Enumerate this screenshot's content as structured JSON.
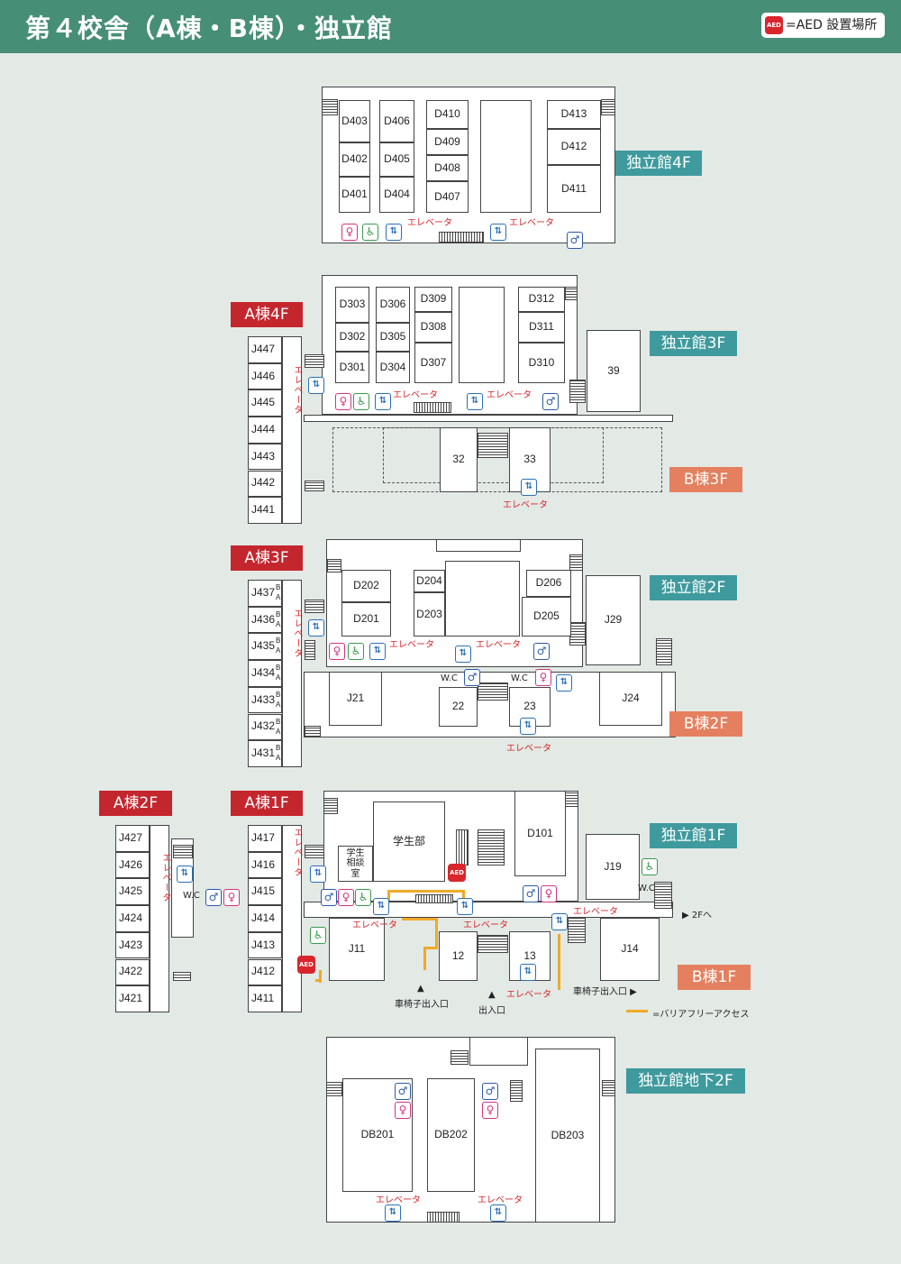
{
  "header": {
    "title": "第４校舎（A棟・B棟）・独立館",
    "aed_legend": "=AED 設置場所",
    "aed_mark": "AED"
  },
  "floor_labels": {
    "dok4": "独立館4F",
    "dok3": "独立館3F",
    "dok2": "独立館2F",
    "dok1": "独立館1F",
    "dokB2": "独立館地下2F",
    "a4": "A棟4F",
    "a3": "A棟3F",
    "a2": "A棟2F",
    "a1": "A棟1F",
    "b3": "B棟3F",
    "b2": "B棟2F",
    "b1": "B棟1F"
  },
  "rooms": {
    "dok4": [
      "D403",
      "D402",
      "D401",
      "D406",
      "D405",
      "D404",
      "D410",
      "D409",
      "D408",
      "D407",
      "D413",
      "D412",
      "D411"
    ],
    "dok3": [
      "D303",
      "D302",
      "D301",
      "D306",
      "D305",
      "D304",
      "D309",
      "D308",
      "D307",
      "D312",
      "D311",
      "D310",
      "39"
    ],
    "a4": [
      "J447",
      "J446",
      "J445",
      "J444",
      "J443",
      "J442",
      "J441"
    ],
    "b3": [
      "32",
      "33"
    ],
    "a3": [
      "J437",
      "J436",
      "J435",
      "J434",
      "J433",
      "J432",
      "J431"
    ],
    "dok2": [
      "D202",
      "D201",
      "D204",
      "D203",
      "D206",
      "D205",
      "J29"
    ],
    "b2": [
      "J21",
      "22",
      "23",
      "J24"
    ],
    "a2": [
      "J427",
      "J426",
      "J425",
      "J424",
      "J423",
      "J422",
      "J421"
    ],
    "a1": [
      "J417",
      "J416",
      "J415",
      "J414",
      "J413",
      "J412",
      "J411"
    ],
    "dok1": [
      "学生相談室",
      "学生部",
      "D101",
      "J19"
    ],
    "b1": [
      "J11",
      "12",
      "13",
      "J14"
    ],
    "dokB2": [
      "DB201",
      "DB202",
      "DB203"
    ]
  },
  "ba_suffix": {
    "b": "B",
    "a": "A"
  },
  "misc": {
    "elevator": "エレベータ",
    "wc": "W.C",
    "to_2f": "▶ 2Fへ",
    "wheelchair_entrance": "車椅子出入口 ▶",
    "wheelchair_entrance2": "車椅子出入口",
    "entrance": "出入口",
    "barrier_free": "=バリアフリーアクセス",
    "up": "▲"
  },
  "icons": {
    "male": "♂",
    "female": "♀",
    "accessible": "♿",
    "elevator": "⇅"
  },
  "colors": {
    "header": "#468f76",
    "dokuritsu": "#3f9a9e",
    "a_wing": "#c4262e",
    "b_wing": "#e4805f",
    "barrier_free": "#f0a928",
    "aed": "#d8262c"
  }
}
